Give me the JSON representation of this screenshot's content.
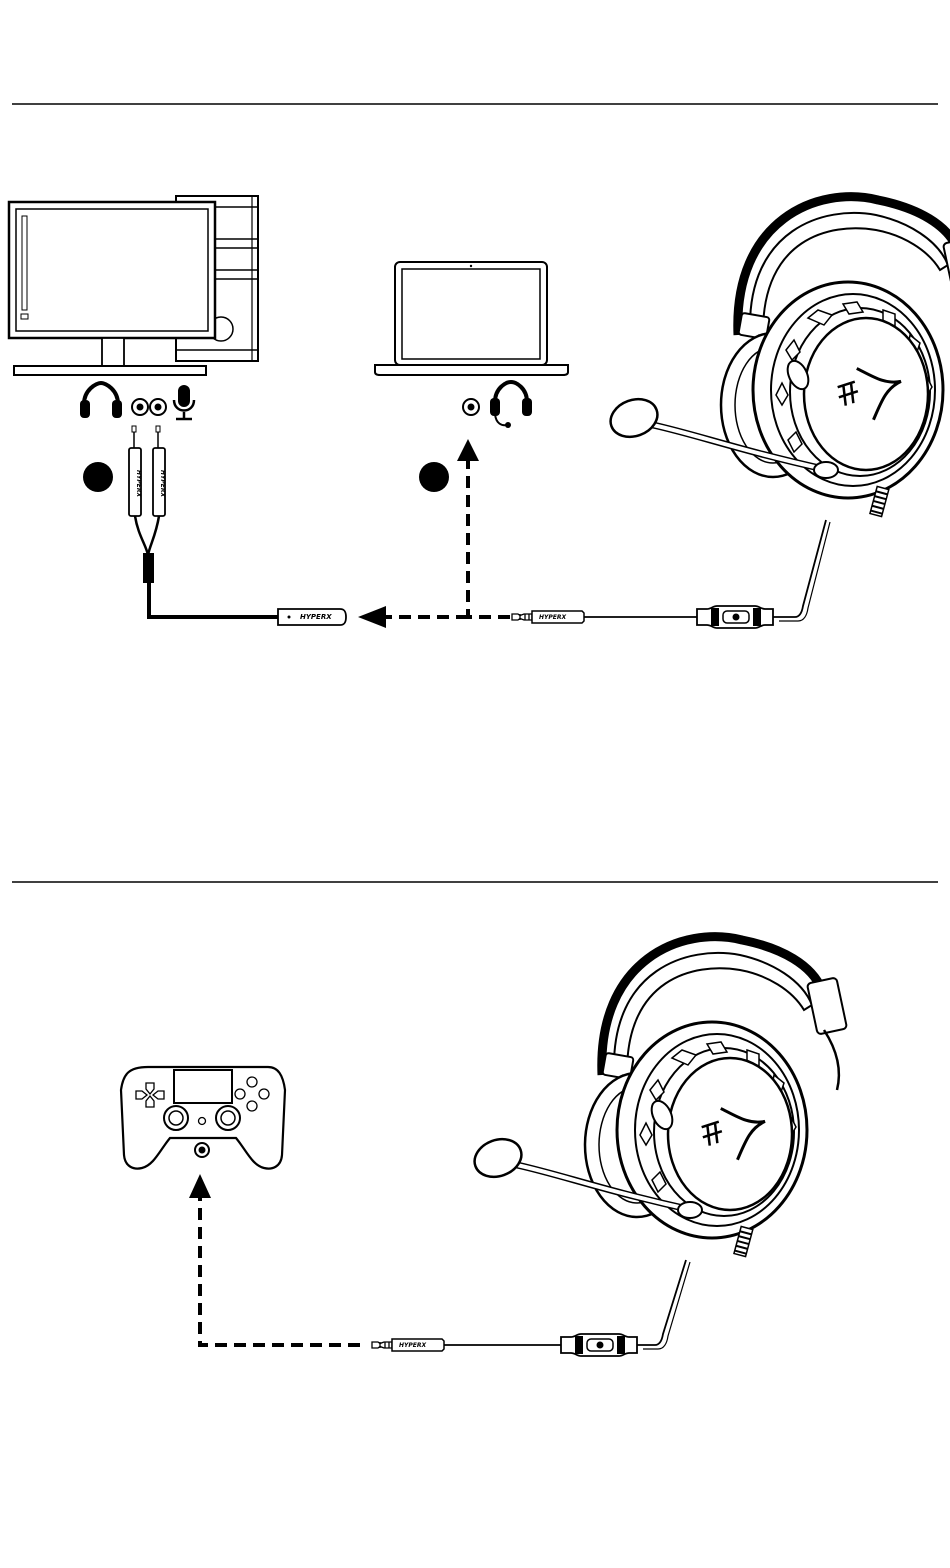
{
  "brand": {
    "logo_text": "HYPERX"
  },
  "colors": {
    "line": "#000000",
    "fill_dark": "#000000",
    "fill_light": "#ffffff"
  },
  "icons": {
    "headphones_port": "headphones-icon",
    "microphone_port": "microphone-icon",
    "headset_port": "headset-icon"
  },
  "sections": [
    {
      "id": "pc-laptop",
      "devices": [
        "desktop-pc",
        "laptop",
        "headset"
      ],
      "options": 2
    },
    {
      "id": "console",
      "devices": [
        "game-controller",
        "headset"
      ],
      "options": 1
    }
  ]
}
